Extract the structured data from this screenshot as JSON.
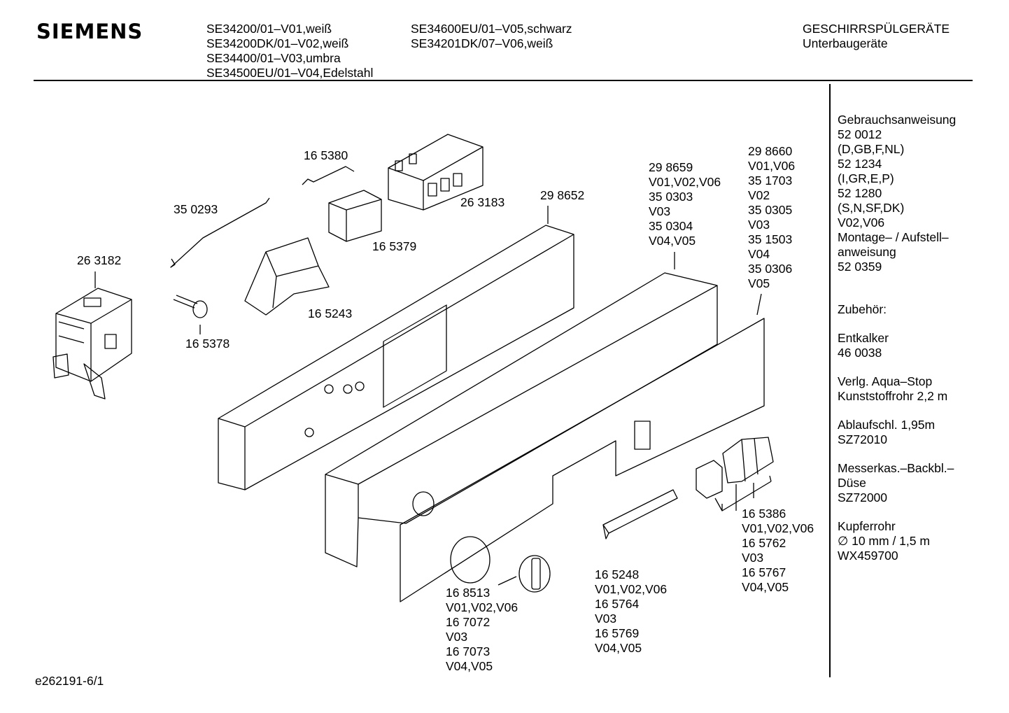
{
  "header": {
    "brand": "SIEMENS",
    "models_col1": [
      "SE34200/01–V01,weiß",
      "SE34200DK/01–V02,weiß",
      "SE34400/01–V03,umbra",
      "SE34500EU/01–V04,Edelstahl"
    ],
    "models_col2": [
      "SE34600EU/01–V05,schwarz",
      "SE34201DK/07–V06,weiß"
    ],
    "category": "GESCHIRRSPÜLGERÄTE",
    "subcategory": "Unterbaugeräte"
  },
  "sidebar": {
    "groups": [
      [
        "Gebrauchsanweisung",
        "52 0012",
        "(D,GB,F,NL)",
        "52 1234",
        "(I,GR,E,P)",
        "52 1280",
        "(S,N,SF,DK)",
        "V02,V06",
        "Montage– / Aufstell–",
        "anweisung",
        "52 0359"
      ],
      [
        "Zubehör:"
      ],
      [
        "Entkalker",
        "46 0038"
      ],
      [
        "Verlg. Aqua–Stop",
        "Kunststoffrohr 2,2 m"
      ],
      [
        "Ablaufschl. 1,95m",
        "SZ72010"
      ],
      [
        "Messerkas.–Backbl.–",
        "Düse",
        "SZ72000"
      ],
      [
        "Kupferrohr",
        "∅ 10 mm / 1,5 m",
        "WX459700"
      ]
    ]
  },
  "parts": {
    "p263182": "26 3182",
    "p350293": "35 0293",
    "p165380": "16 5380",
    "p263183": "26 3183",
    "p165379": "16 5379",
    "p165243": "16 5243",
    "p165378": "16 5378",
    "p298652": "29 8652",
    "p298659": [
      "29 8659",
      "V01,V02,V06",
      "35 0303",
      "V03",
      "35 0304",
      "V04,V05"
    ],
    "p298660": [
      "29 8660",
      "V01,V06",
      "35 1703",
      "V02",
      "35 0305",
      "V03",
      "35 1503",
      "V04",
      "35 0306",
      "V05"
    ],
    "p165386": [
      "16 5386",
      "V01,V02,V06",
      "16 5762",
      "V03",
      "16 5767",
      "V04,V05"
    ],
    "p165248": [
      "16 5248",
      "V01,V02,V06",
      "16 5764",
      "V03",
      "16 5769",
      "V04,V05"
    ],
    "p168513": [
      "16 8513",
      "V01,V02,V06",
      "16 7072",
      "V03",
      "16 7073",
      "V04,V05"
    ]
  },
  "footer": {
    "doc_id": "e262191-6/1"
  }
}
